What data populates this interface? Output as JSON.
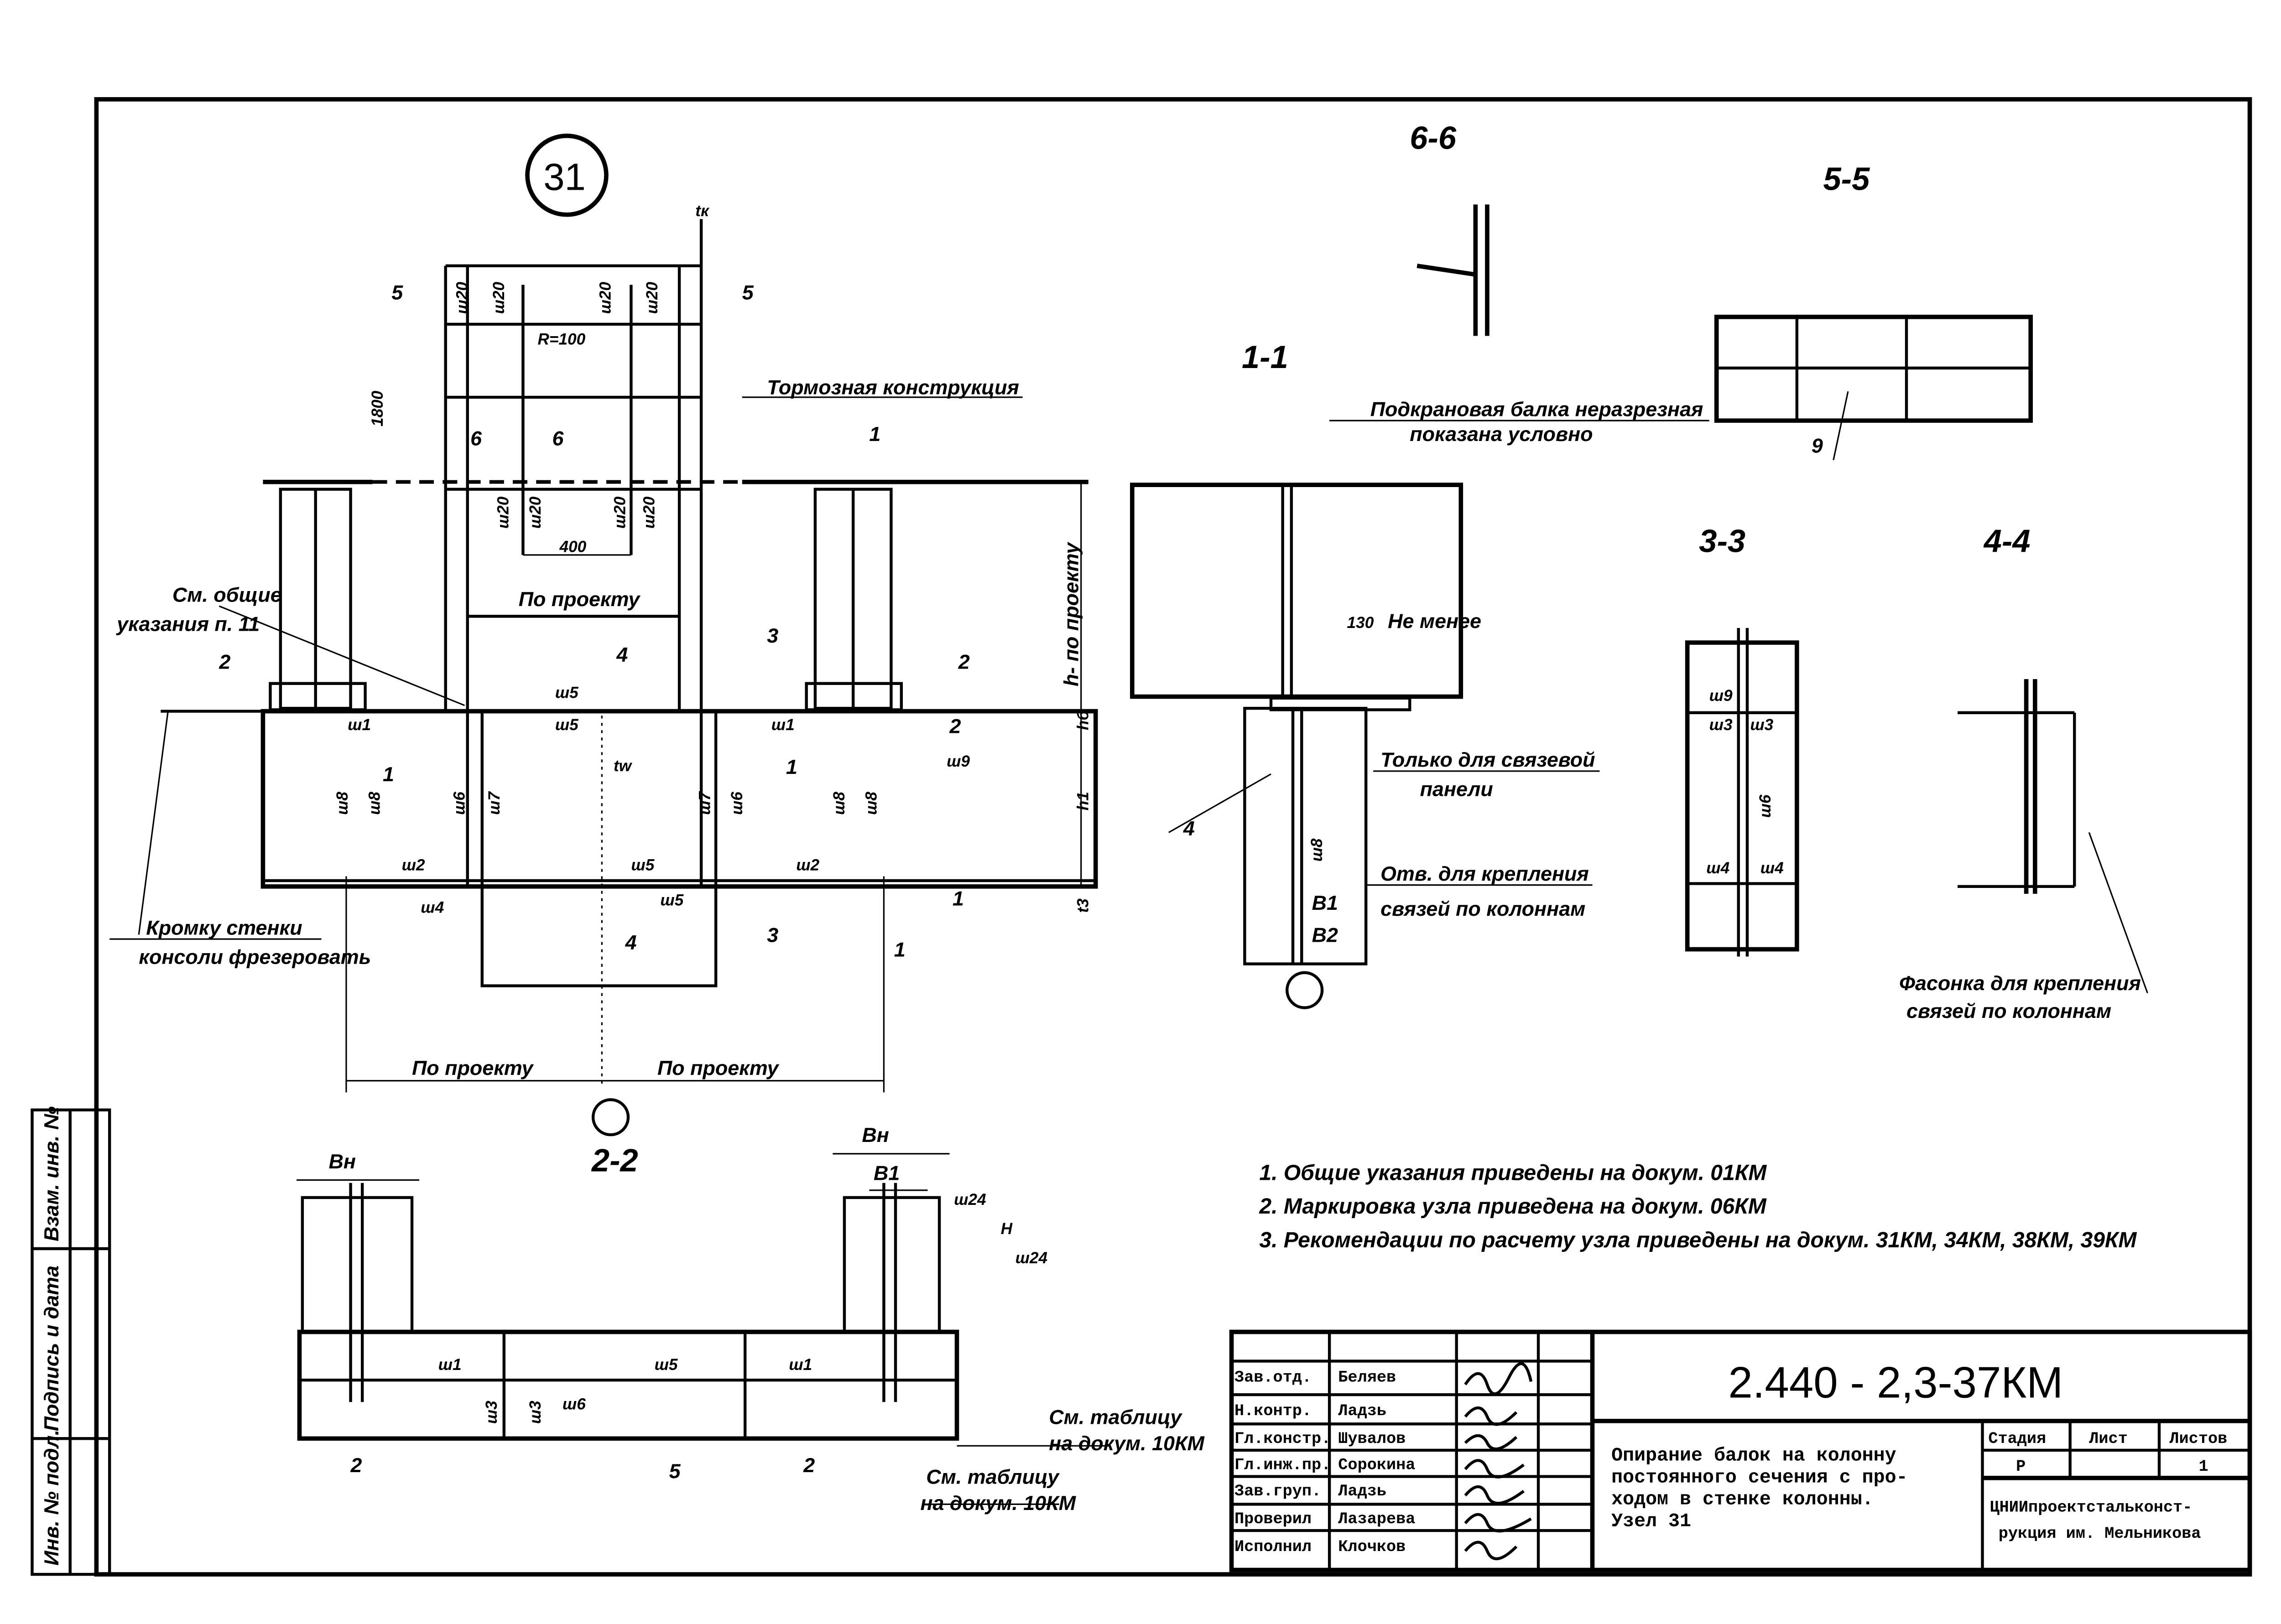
{
  "node_mark": "31",
  "sections": {
    "s66": "6-6",
    "s55": "5-5",
    "s11": "1-1",
    "s33": "3-3",
    "s44": "4-4",
    "s22": "2-2"
  },
  "labels": {
    "braking": "Тормозная конструкция",
    "crane_beam_1": "Подкрановая балка неразрезная",
    "crane_beam_2": "показана условно",
    "general_1": "См. общие",
    "general_2": "указания п. 11",
    "edge_1": "Кромку стенки",
    "edge_2": "консоли фрезеровать",
    "by_project": "По проекту",
    "by_project_l": "По проекту",
    "by_project_r": "По проекту",
    "h_by_project": "h- по проекту",
    "dim_1800": "1800",
    "dim_400": "400",
    "radius": "R=100",
    "min_130": "130",
    "not_less": "Не менее",
    "bracing_only_1": "Только для связевой",
    "bracing_only_2": "панели",
    "holes_1": "Отв. для крепления",
    "holes_2": "связей по колоннам",
    "gusset_1": "Фасонка для крепления",
    "gusset_2": "связей по колоннам",
    "see_table_1": "См. таблицу",
    "see_table_2": "на докум. 10КМ",
    "see_table_3": "См. таблицу",
    "see_table_4": "на докум. 10КМ",
    "tk": "tк",
    "tw": "tw",
    "h1": "h1",
    "hb": "hб",
    "t3": "t3",
    "bn": "Вн",
    "bn2": "Вн",
    "b1": "В1",
    "b1b": "В1",
    "b2": "В2",
    "marks": [
      "5",
      "5",
      "6",
      "6",
      "2",
      "2",
      "1",
      "1",
      "1",
      "1",
      "4",
      "4",
      "3",
      "3",
      "2",
      "4",
      "9",
      "2",
      "5",
      "2",
      "1"
    ],
    "welds": [
      "ш20",
      "ш20",
      "ш20",
      "ш20",
      "ш20",
      "ш20",
      "ш20",
      "ш20",
      "ш5",
      "ш5",
      "ш5",
      "ш5",
      "ш1",
      "ш1",
      "ш8",
      "ш8",
      "ш6",
      "ш7",
      "ш7",
      "ш6",
      "ш8",
      "ш8",
      "ш2",
      "ш2",
      "ш4",
      "ш9",
      "ш9",
      "ш8",
      "ш3",
      "ш3",
      "ш6",
      "ш4",
      "ш4",
      "ш24",
      "ш24",
      "Н",
      "ш5",
      "ш6",
      "ш3",
      "ш3",
      "ш1",
      "ш1"
    ]
  },
  "notes": [
    "1. Общие указания приведены на докум. 01КМ",
    "2. Маркировка узла приведена на докум. 06КМ",
    "3. Рекомендации по расчету узла приведены на докум. 31КМ, 34КМ, 38КМ, 39КМ"
  ],
  "side_strip": [
    "Взам. инв. №",
    "Подпись и дата",
    "Инв. № подл."
  ],
  "title_block": {
    "doc_number": "2.440 - 2,3-37КМ",
    "description": [
      "Опирание балок на колонну",
      "постоянного сечения с про-",
      "ходом в стенке колонны.",
      "Узел 31"
    ],
    "roles": [
      {
        "role": "Зав.отд.",
        "name": "Беляев"
      },
      {
        "role": "Н.контр.",
        "name": "Ладзь"
      },
      {
        "role": "Гл.констр.",
        "name": "Шувалов"
      },
      {
        "role": "Гл.инж.пр.",
        "name": "Сорокина"
      },
      {
        "role": "Зав.груп.",
        "name": "Ладзь"
      },
      {
        "role": "Проверил",
        "name": "Лазарева"
      },
      {
        "role": "Исполнил",
        "name": "Клочков"
      }
    ],
    "stage_header": "Стадия",
    "sheet_header": "Лист",
    "sheets_header": "Листов",
    "stage": "Р",
    "sheet": "",
    "sheets": "1",
    "organization": [
      "ЦНИИпроектстальконст-",
      "рукция им. Мельникова"
    ]
  }
}
